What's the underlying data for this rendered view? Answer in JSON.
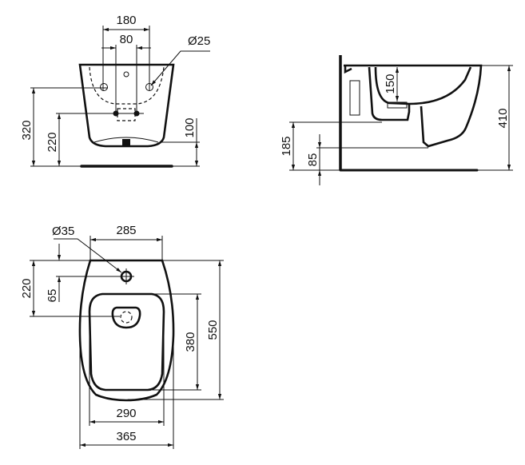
{
  "front_view": {
    "d180": "180",
    "d80": "80",
    "d25": "Ø25",
    "d320": "320",
    "d220": "220",
    "d100": "100"
  },
  "side_view": {
    "d150": "150",
    "d410": "410",
    "d185": "185",
    "d85": "85"
  },
  "top_view": {
    "d35": "Ø35",
    "d285": "285",
    "d220": "220",
    "d65": "65",
    "d380": "380",
    "d550": "550",
    "d290": "290",
    "d365": "365"
  },
  "colors": {
    "line": "#111111",
    "background": "#ffffff"
  }
}
